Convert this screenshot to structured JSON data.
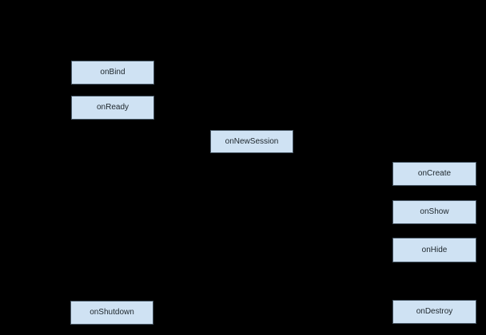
{
  "colors": {
    "background": "#000000",
    "node_fill": "#cfe2f3",
    "node_border": "#4a5a68",
    "node_text": "#20292f"
  },
  "nodes": [
    {
      "label": "onBind"
    },
    {
      "label": "onReady"
    },
    {
      "label": "onNewSession"
    },
    {
      "label": "onCreate"
    },
    {
      "label": "onShow"
    },
    {
      "label": "onHide"
    },
    {
      "label": "onShutdown"
    },
    {
      "label": "onDestroy"
    }
  ]
}
